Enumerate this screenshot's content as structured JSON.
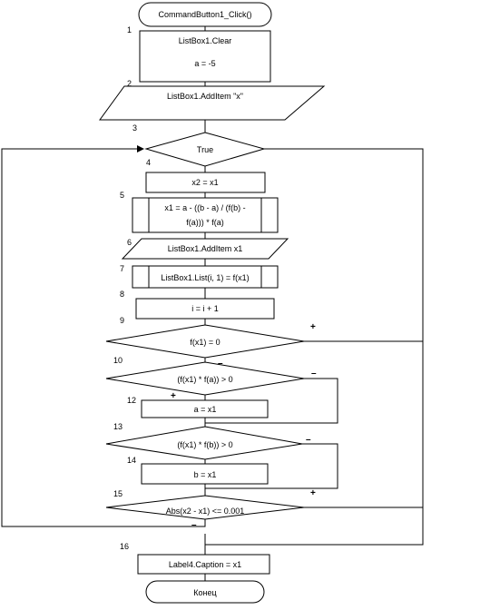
{
  "flowchart": {
    "start": "CommandButton1_Click()",
    "end": "Конец",
    "steps": [
      {
        "num": "1",
        "lines": [
          "ListBox1.Clear",
          "a = -5"
        ]
      },
      {
        "num": "2",
        "lines": [
          "ListBox1.AddItem \"x\""
        ]
      },
      {
        "num": "3",
        "lines": [
          "True"
        ]
      },
      {
        "num": "4",
        "lines": [
          "x2 = x1"
        ]
      },
      {
        "num": "5",
        "lines": [
          "x1 = a - ((b - a) / (f(b) -",
          "f(a))) * f(a)"
        ]
      },
      {
        "num": "6",
        "lines": [
          "ListBox1.AddItem x1"
        ]
      },
      {
        "num": "7",
        "lines": [
          "ListBox1.List(i, 1) = f(x1)"
        ]
      },
      {
        "num": "8",
        "lines": [
          "i = i + 1"
        ]
      },
      {
        "num": "9",
        "lines": [
          "f(x1) = 0"
        ]
      },
      {
        "num": "10",
        "lines": [
          "(f(x1) * f(a)) > 0"
        ]
      },
      {
        "num": "12",
        "lines": [
          "a = x1"
        ]
      },
      {
        "num": "13",
        "lines": [
          "(f(x1) * f(b)) > 0"
        ]
      },
      {
        "num": "14",
        "lines": [
          "b = x1"
        ]
      },
      {
        "num": "15",
        "lines": [
          "Abs(x2 - x1) <= 0.001"
        ]
      },
      {
        "num": "16",
        "lines": [
          "Label4.Caption = x1"
        ]
      }
    ],
    "branch_labels": {
      "d9_yes": "+",
      "d9_no": "–",
      "d10_yes": "+",
      "d10_no": "–",
      "d13_no": "–",
      "d15_yes": "+",
      "d15_no": "–"
    }
  }
}
